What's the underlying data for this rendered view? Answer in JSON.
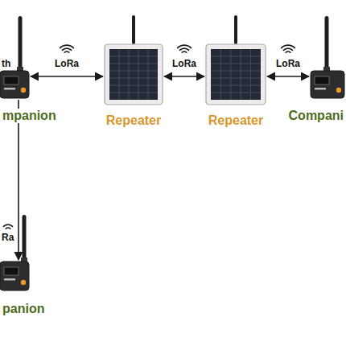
{
  "diagram": {
    "nodes": [
      {
        "text": [
          "mpanion"
        ]
      },
      {
        "text": [
          "Repeater"
        ]
      },
      {
        "text": [
          "Repeater"
        ]
      },
      {
        "text": [
          "Compani"
        ]
      },
      {
        "text": [
          "panion"
        ]
      }
    ],
    "edges": [
      {
        "from": 0,
        "to": 1,
        "label": "LoRa",
        "arrow": "both"
      },
      {
        "from": 1,
        "to": 2,
        "label": "LoRa",
        "arrow": "both"
      },
      {
        "from": 2,
        "to": 3,
        "label": "LoRa",
        "arrow": "both"
      },
      {
        "from": 0,
        "to": 4,
        "label": "Ra",
        "arrow": "to"
      }
    ],
    "labels": [
      "th"
    ]
  }
}
